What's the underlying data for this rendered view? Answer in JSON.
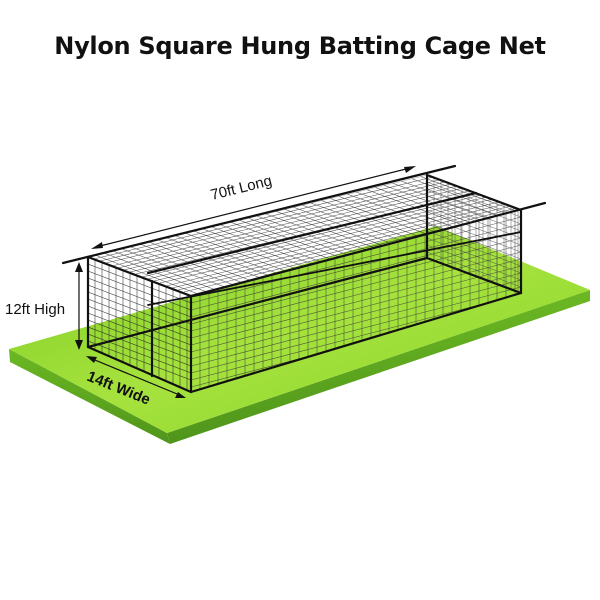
{
  "title": "Nylon Square Hung Batting Cage Net",
  "dimensions": {
    "length_label": "70ft Long",
    "height_label": "12ft High",
    "width_label": "14ft Wide"
  },
  "colors": {
    "ground_top": "#86d426",
    "ground_top_light": "#a4e43c",
    "ground_side": "#5ea41f",
    "frame": "#111111",
    "net": "#333333"
  }
}
